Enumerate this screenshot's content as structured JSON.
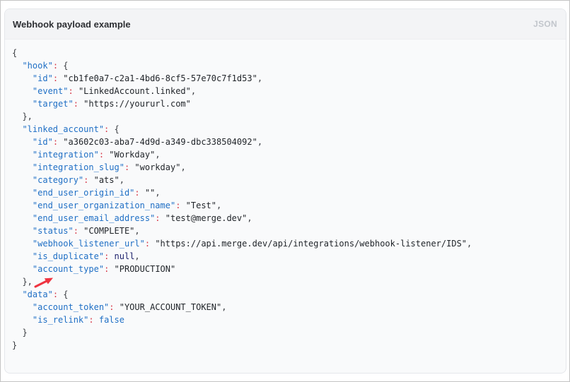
{
  "card": {
    "title": "Webhook payload example",
    "language": "JSON"
  },
  "code_lines": [
    [
      [
        "t",
        "{"
      ]
    ],
    [
      [
        "t",
        "  "
      ],
      [
        "k",
        "\"hook\""
      ],
      [
        "p",
        ": "
      ],
      [
        "t",
        "{"
      ]
    ],
    [
      [
        "t",
        "    "
      ],
      [
        "k",
        "\"id\""
      ],
      [
        "p",
        ": "
      ],
      [
        "s",
        "\"cb1fe0a7-c2a1-4bd6-8cf5-57e70c7f1d53\""
      ],
      [
        "t",
        ","
      ]
    ],
    [
      [
        "t",
        "    "
      ],
      [
        "k",
        "\"event\""
      ],
      [
        "p",
        ": "
      ],
      [
        "s",
        "\"LinkedAccount.linked\""
      ],
      [
        "t",
        ","
      ]
    ],
    [
      [
        "t",
        "    "
      ],
      [
        "k",
        "\"target\""
      ],
      [
        "p",
        ": "
      ],
      [
        "s",
        "\"https://yoururl.com\""
      ]
    ],
    [
      [
        "t",
        "  },"
      ]
    ],
    [
      [
        "t",
        "  "
      ],
      [
        "k",
        "\"linked_account\""
      ],
      [
        "p",
        ": "
      ],
      [
        "t",
        "{"
      ]
    ],
    [
      [
        "t",
        "    "
      ],
      [
        "k",
        "\"id\""
      ],
      [
        "p",
        ": "
      ],
      [
        "s",
        "\"a3602c03-aba7-4d9d-a349-dbc338504092\""
      ],
      [
        "t",
        ","
      ]
    ],
    [
      [
        "t",
        "    "
      ],
      [
        "k",
        "\"integration\""
      ],
      [
        "p",
        ": "
      ],
      [
        "s",
        "\"Workday\""
      ],
      [
        "t",
        ","
      ]
    ],
    [
      [
        "t",
        "    "
      ],
      [
        "k",
        "\"integration_slug\""
      ],
      [
        "p",
        ": "
      ],
      [
        "s",
        "\"workday\""
      ],
      [
        "t",
        ","
      ]
    ],
    [
      [
        "t",
        "    "
      ],
      [
        "k",
        "\"category\""
      ],
      [
        "p",
        ": "
      ],
      [
        "s",
        "\"ats\""
      ],
      [
        "t",
        ","
      ]
    ],
    [
      [
        "t",
        "    "
      ],
      [
        "k",
        "\"end_user_origin_id\""
      ],
      [
        "p",
        ": "
      ],
      [
        "s",
        "\"\""
      ],
      [
        "t",
        ","
      ]
    ],
    [
      [
        "t",
        "    "
      ],
      [
        "k",
        "\"end_user_organization_name\""
      ],
      [
        "p",
        ": "
      ],
      [
        "s",
        "\"Test\""
      ],
      [
        "t",
        ","
      ]
    ],
    [
      [
        "t",
        "    "
      ],
      [
        "k",
        "\"end_user_email_address\""
      ],
      [
        "p",
        ": "
      ],
      [
        "s",
        "\"test@merge.dev\""
      ],
      [
        "t",
        ","
      ]
    ],
    [
      [
        "t",
        "    "
      ],
      [
        "k",
        "\"status\""
      ],
      [
        "p",
        ": "
      ],
      [
        "s",
        "\"COMPLETE\""
      ],
      [
        "t",
        ","
      ]
    ],
    [
      [
        "t",
        "    "
      ],
      [
        "k",
        "\"webhook_listener_url\""
      ],
      [
        "p",
        ": "
      ],
      [
        "s",
        "\"https://api.merge.dev/api/integrations/webhook-listener/IDS\""
      ],
      [
        "t",
        ","
      ]
    ],
    [
      [
        "t",
        "    "
      ],
      [
        "k",
        "\"is_duplicate\""
      ],
      [
        "p",
        ": "
      ],
      [
        "n",
        "null"
      ],
      [
        "t",
        ","
      ]
    ],
    [
      [
        "t",
        "    "
      ],
      [
        "k",
        "\"account_type\""
      ],
      [
        "p",
        ": "
      ],
      [
        "s",
        "\"PRODUCTION\""
      ]
    ],
    [
      [
        "t",
        "  },"
      ]
    ],
    [
      [
        "t",
        "  "
      ],
      [
        "k",
        "\"data\""
      ],
      [
        "p",
        ": "
      ],
      [
        "t",
        "{"
      ]
    ],
    [
      [
        "t",
        "    "
      ],
      [
        "k",
        "\"account_token\""
      ],
      [
        "p",
        ": "
      ],
      [
        "s",
        "\"YOUR_ACCOUNT_TOKEN\""
      ],
      [
        "t",
        ","
      ]
    ],
    [
      [
        "t",
        "    "
      ],
      [
        "k",
        "\"is_relink\""
      ],
      [
        "p",
        ": "
      ],
      [
        "b",
        "false"
      ]
    ],
    [
      [
        "t",
        "  }"
      ]
    ],
    [
      [
        "t",
        "}"
      ]
    ]
  ],
  "colors": {
    "key": "#1f6fc5",
    "punctuation": "#d73a49",
    "string": "#1f2328",
    "null": "#1b1f6b",
    "annotation_arrow": "#ef3340"
  }
}
